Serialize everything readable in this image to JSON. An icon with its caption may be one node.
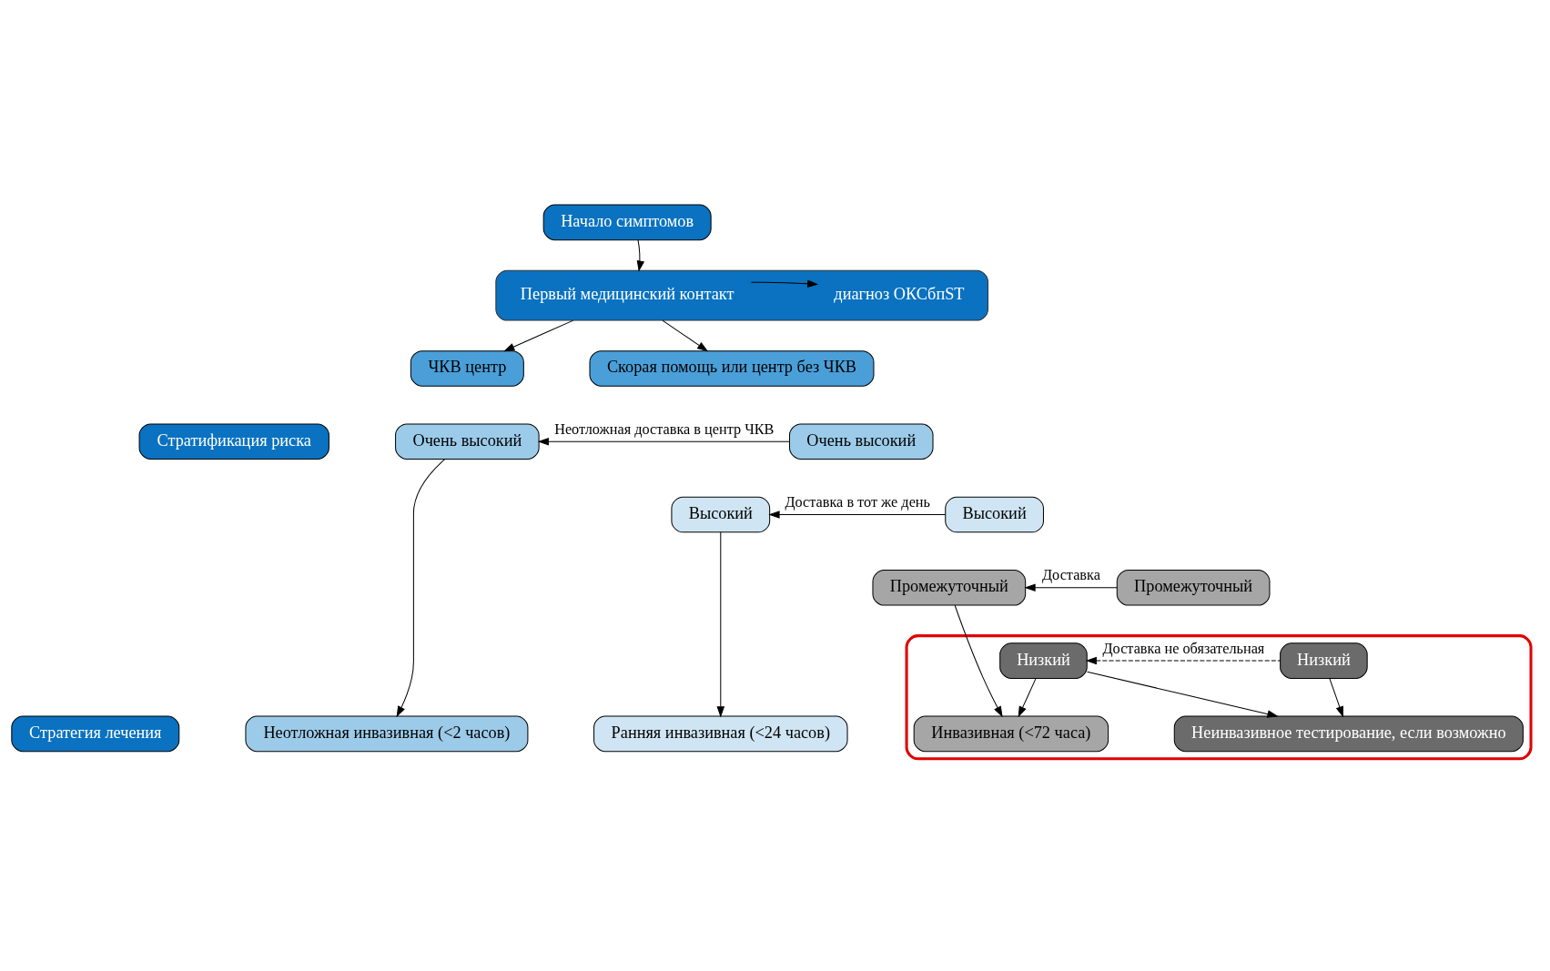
{
  "diagram": {
    "nodes": [
      {
        "text": [
          "Начало симптомов"
        ]
      },
      {
        "text": [],
        "shape": "box"
      },
      {
        "text": [
          "Первый медицинский контакт"
        ],
        "in": 1
      },
      {
        "text": [
          "диагноз ОКСбпST"
        ],
        "in": 1
      },
      {
        "text": [
          "ЧКВ центр"
        ]
      },
      {
        "text": [
          "Скорая помощь или центр без ЧКВ"
        ]
      },
      {
        "text": [
          "Стратификация риска"
        ]
      },
      {
        "text": [
          "Стратегия лечения"
        ]
      },
      {
        "text": [
          "Очень высокий"
        ]
      },
      {
        "text": [
          "Очень высокий"
        ]
      },
      {
        "text": [
          "Высокий"
        ]
      },
      {
        "text": [
          "Высокий"
        ]
      },
      {
        "text": [
          "Промежуточный"
        ]
      },
      {
        "text": [
          "Промежуточный"
        ]
      },
      {
        "text": [
          "Неотложная инвазивная (<2 часов)"
        ]
      },
      {
        "text": [
          "Ранняя инвазивная (<24 часов)"
        ]
      },
      {
        "text": [],
        "shape": "box"
      },
      {
        "text": [
          "Низкий"
        ],
        "in": 16
      },
      {
        "text": [
          "Низкий"
        ],
        "in": 16
      },
      {
        "text": [
          "Инвазивная (<72 часа)"
        ],
        "in": 16
      },
      {
        "text": [
          "Неинвазивное тестирование, если возможно"
        ],
        "in": 16
      }
    ],
    "edges": [
      {
        "from": 0,
        "to": 1,
        "arrow": "to"
      },
      {
        "from": 2,
        "to": 3,
        "arrow": "to"
      },
      {
        "from": 1,
        "to": 4,
        "arrow": "to"
      },
      {
        "from": 1,
        "to": 5,
        "arrow": "to"
      },
      {
        "from": 9,
        "to": 8,
        "arrow": "to",
        "label": "Неотложная доставка в центр ЧКВ"
      },
      {
        "from": 11,
        "to": 10,
        "arrow": "to",
        "label": "Доставка в тот же день"
      },
      {
        "from": 13,
        "to": 12,
        "arrow": "to",
        "label": "Доставка"
      },
      {
        "from": 18,
        "to": 17,
        "arrow": "to",
        "label": "Доставка не обязательная",
        "style": "dashed"
      },
      {
        "from": 8,
        "to": 14,
        "arrow": "to"
      },
      {
        "from": 10,
        "to": 15,
        "arrow": "to"
      },
      {
        "from": 12,
        "to": 19,
        "arrow": "to"
      },
      {
        "from": 17,
        "to": 19,
        "arrow": "to"
      },
      {
        "from": 17,
        "to": 20,
        "arrow": "to"
      },
      {
        "from": 18,
        "to": 20,
        "arrow": "to"
      }
    ]
  }
}
